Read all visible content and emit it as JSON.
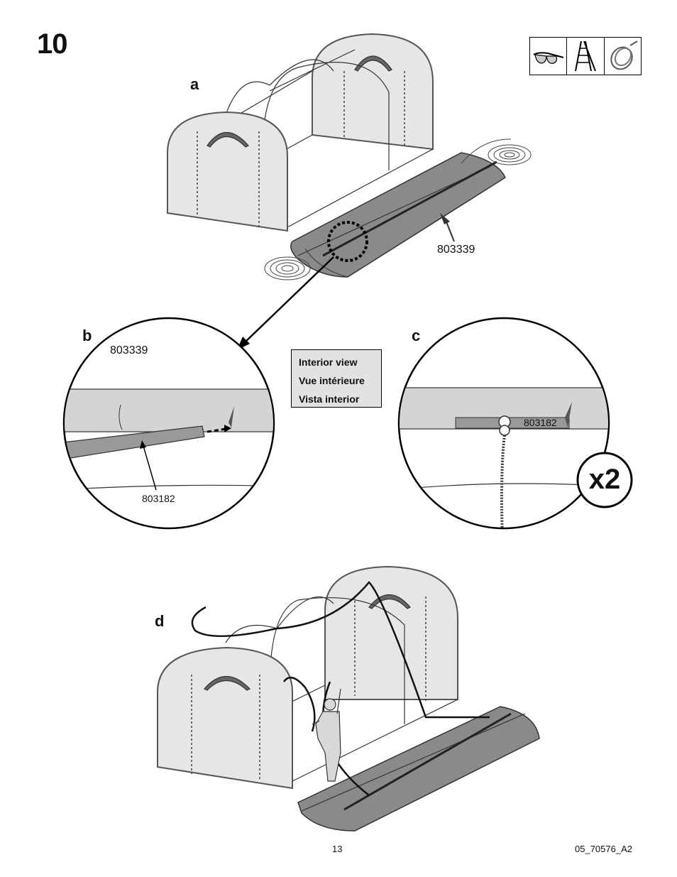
{
  "step": {
    "number": "10"
  },
  "panels": {
    "a": {
      "label": "a",
      "part_number": "803339"
    },
    "b": {
      "label": "b",
      "cover_part": "803339",
      "pipe_part": "803182"
    },
    "c": {
      "label": "c",
      "pipe_part": "803182",
      "quantity": "x2"
    },
    "d": {
      "label": "d"
    }
  },
  "legend": {
    "lines": [
      "Interior view",
      "Vue intérieure",
      "Vista interior"
    ]
  },
  "tools": {
    "icons": [
      "safety-glasses-icon",
      "ladder-icon",
      "rope-icon"
    ]
  },
  "footer": {
    "page_number": "13",
    "doc_code": "05_70576_A2"
  }
}
